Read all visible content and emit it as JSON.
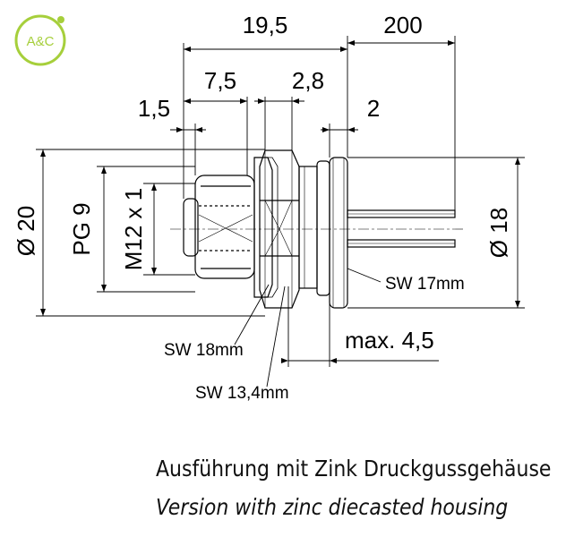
{
  "logo": {
    "text": "A&C",
    "color": "#a6cf3b"
  },
  "dimensions": {
    "overall_length": "19,5",
    "cable_length": "200",
    "flange_length": "7,5",
    "nut_thickness": "2,8",
    "front_step": "1,5",
    "rear_gap": "2",
    "outer_diameter": "Ø 20",
    "thread_pg": "PG 9",
    "thread_metric": "M12 x 1",
    "rear_diameter": "Ø 18",
    "panel_thickness": "max. 4,5"
  },
  "callouts": {
    "sw_17": "SW 17mm",
    "sw_18": "SW 18mm",
    "sw_13": "SW 13,4mm"
  },
  "caption": {
    "german": "Ausführung mit Zink Druckgussgehäuse",
    "english": "Version with zinc diecasted housing"
  }
}
